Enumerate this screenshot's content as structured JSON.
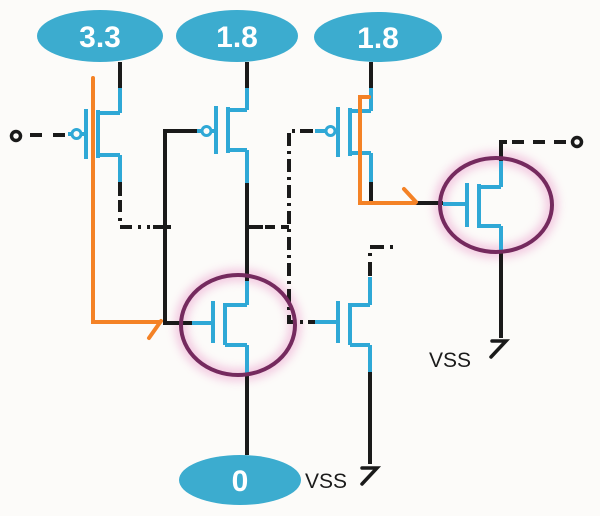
{
  "diagram": {
    "title": "cmos-level-shifter-schematic",
    "supplies": [
      {
        "id": "supply-3v3",
        "label": "3.3"
      },
      {
        "id": "supply-1v8-left",
        "label": "1.8"
      },
      {
        "id": "supply-1v8-right",
        "label": "1.8"
      },
      {
        "id": "supply-0",
        "label": "0"
      }
    ],
    "ground_labels": [
      {
        "id": "vss-right",
        "label": "VSS"
      },
      {
        "id": "vss-bottom",
        "label": "VSS"
      }
    ],
    "colors": {
      "background": "#FCFBF9",
      "wire_blue": "#2FA8D6",
      "supply_fill": "#3CACCF",
      "wire_black": "#1A1A1A",
      "highlight_orange": "#F48226",
      "highlight_circle": "#752A5E",
      "glow_pink": "#E583BE",
      "supply_text": "#FFFFFF",
      "vss_text": "#1B1B1B"
    }
  }
}
